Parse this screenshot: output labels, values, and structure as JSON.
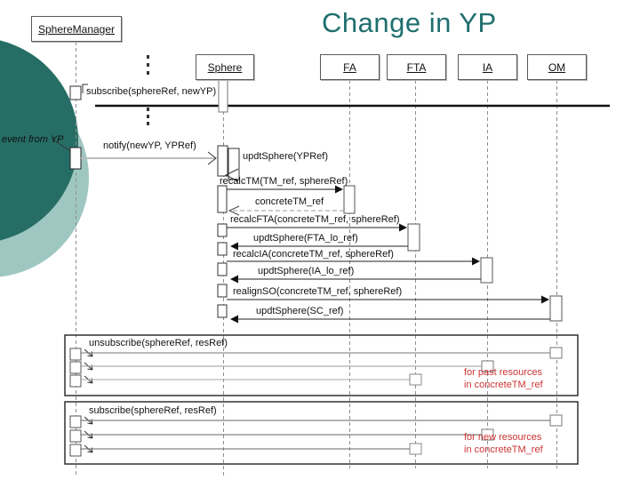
{
  "slide": {
    "title": "Change in YP"
  },
  "colors": {
    "title_teal": "#1f6f6e",
    "decor_dark_teal": "#266e65",
    "decor_light_teal": "#9fc7c1",
    "note_red": "#cc3333"
  },
  "objects": [
    {
      "label": "SphereManager"
    },
    {
      "label": "Sphere"
    },
    {
      "label": "FA"
    },
    {
      "label": "FTA"
    },
    {
      "label": "IA"
    },
    {
      "label": "OM"
    }
  ],
  "messages": {
    "subscribe_new_yp": "subscribe(sphereRef, newYP)",
    "event_from_yp": "event from YP",
    "notify": "notify(newYP, YPRef)",
    "updt_sphere_ypref": "updtSphere(YPRef)",
    "recalc_tm": "recalcTM(TM_ref, sphereRef)",
    "concrete_tm_ref": "concreteTM_ref",
    "recalc_fta": "recalcFTA(concreteTM_ref, sphereRef)",
    "updt_sphere_fta": "updtSphere(FTA_lo_ref)",
    "recalc_ia": "recalcIA(concreteTM_ref, sphereRef)",
    "updt_sphere_ia": "updtSphere(IA_lo_ref)",
    "realign_so": "realignSO(concreteTM_ref, sphereRef)",
    "updt_sphere_sc": "updtSphere(SC_ref)"
  },
  "frames": {
    "unsubscribe": {
      "label": "unsubscribe(sphereRef, resRef)",
      "note_line1": "for past resources",
      "note_line2": "in concreteTM_ref"
    },
    "subscribe": {
      "label": "subscribe(sphereRef, resRef)",
      "note_line1": "for new resources",
      "note_line2": "in concreteTM_ref"
    }
  }
}
